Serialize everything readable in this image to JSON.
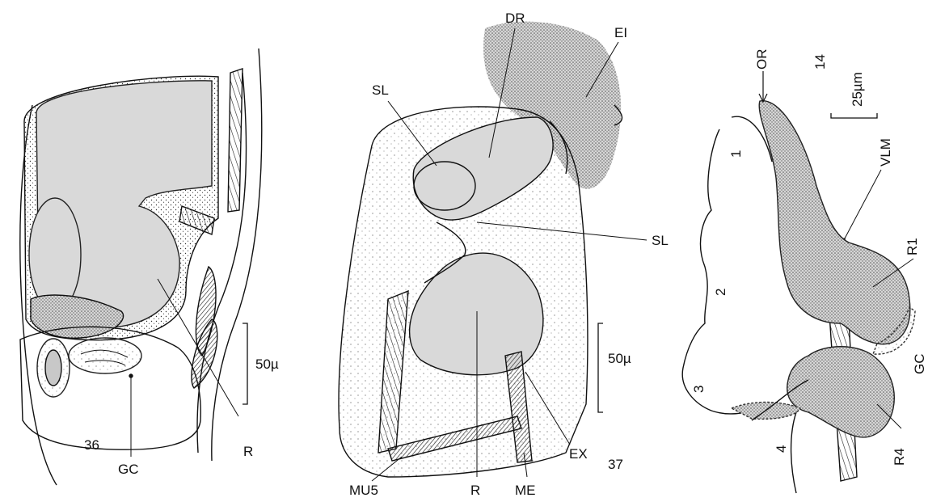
{
  "figure": {
    "fig36": {
      "number": "36",
      "labels": {
        "r": "R",
        "gc": "GC"
      },
      "scale": "50µ"
    },
    "fig37": {
      "number": "37",
      "labels": {
        "dr": "DR",
        "ei": "EI",
        "sl_top": "SL",
        "sl_mid": "SL",
        "ex": "EX",
        "mu5": "MU5",
        "r": "R",
        "me": "ME"
      },
      "scale": "50µ"
    },
    "fig14": {
      "number": "14",
      "labels": {
        "or": "OR",
        "vlm": "VLM",
        "r1": "R1",
        "gc": "GC",
        "r4": "R4"
      },
      "lobes": [
        "1",
        "2",
        "3",
        "4"
      ],
      "scale": "25µm"
    }
  }
}
